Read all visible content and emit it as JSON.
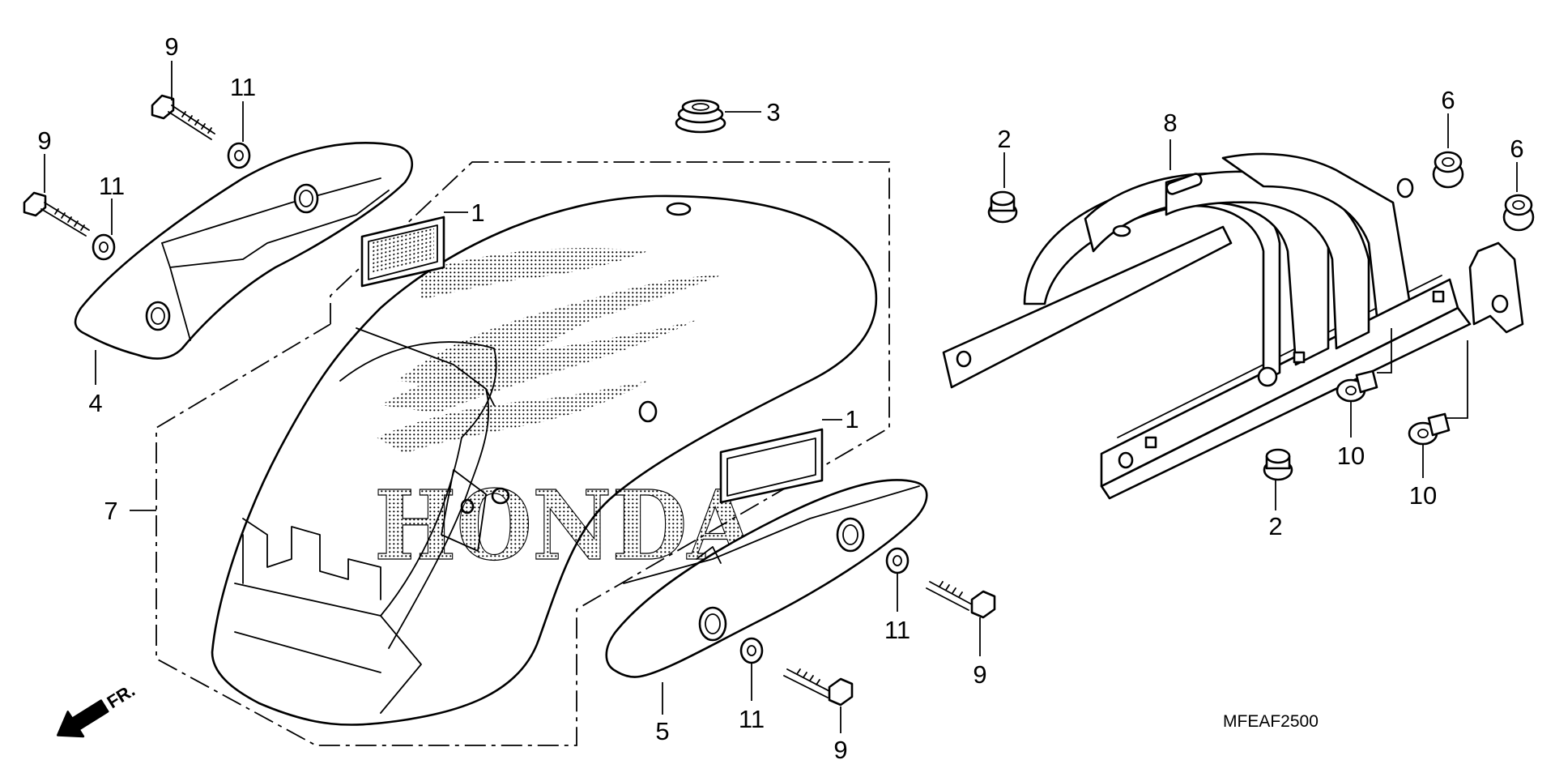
{
  "diagram_code": "MFEAF2500",
  "front_arrow_label": "FR.",
  "watermark_text": "HONDA",
  "callouts": {
    "c1a": "1",
    "c1b": "1",
    "c2a": "2",
    "c2b": "2",
    "c3": "3",
    "c4": "4",
    "c5": "5",
    "c6a": "6",
    "c6b": "6",
    "c7": "7",
    "c8": "8",
    "c9a": "9",
    "c9b": "9",
    "c9c": "9",
    "c9d": "9",
    "c10a": "10",
    "c10b": "10",
    "c11a": "11",
    "c11b": "11",
    "c11c": "11",
    "c11d": "11"
  }
}
